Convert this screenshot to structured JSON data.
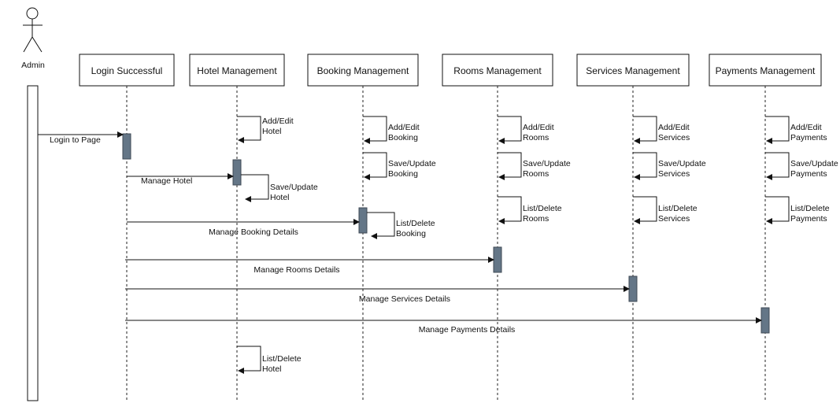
{
  "actor": {
    "label": "Admin"
  },
  "participants": [
    {
      "id": "login",
      "label": "Login Successful"
    },
    {
      "id": "hotel",
      "label": "Hotel Management"
    },
    {
      "id": "booking",
      "label": "Booking Management"
    },
    {
      "id": "rooms",
      "label": "Rooms Management"
    },
    {
      "id": "services",
      "label": "Services Management"
    },
    {
      "id": "payments",
      "label": "Payments Management"
    }
  ],
  "messages": {
    "login_to_page": "Login to Page",
    "manage_hotel": "Manage Hotel",
    "manage_booking": "Manage Booking Details",
    "manage_rooms": "Manage Rooms Details",
    "manage_services": "Manage Services Details",
    "manage_payments": "Manage Payments Details"
  },
  "self_calls": {
    "hotel": [
      [
        "Add/Edit",
        "Hotel"
      ],
      [
        "Save/Update",
        "Hotel"
      ],
      [
        "List/Delete",
        "Hotel"
      ]
    ],
    "booking": [
      [
        "Add/Edit",
        "Booking"
      ],
      [
        "Save/Update",
        "Booking"
      ],
      [
        "List/Delete",
        "Booking"
      ]
    ],
    "rooms": [
      [
        "Add/Edit",
        "Rooms"
      ],
      [
        "Save/Update",
        "Rooms"
      ],
      [
        "List/Delete",
        "Rooms"
      ]
    ],
    "services": [
      [
        "Add/Edit",
        "Services"
      ],
      [
        "Save/Update",
        "Services"
      ],
      [
        "List/Delete",
        "Services"
      ]
    ],
    "payments": [
      [
        "Add/Edit",
        "Payments"
      ],
      [
        "Save/Update",
        "Payments"
      ],
      [
        "List/Delete",
        "Payments"
      ]
    ]
  },
  "colors": {
    "activation": "#647687",
    "line": "#111111"
  }
}
